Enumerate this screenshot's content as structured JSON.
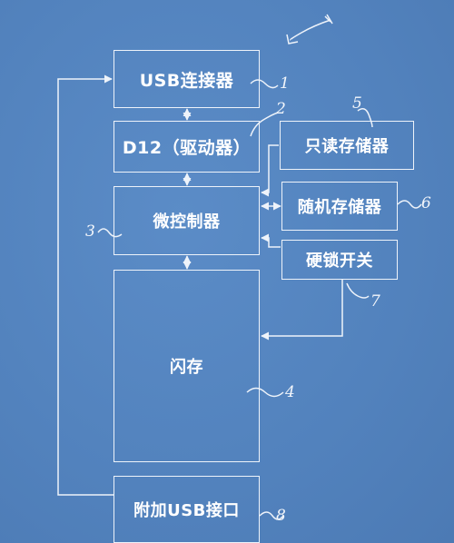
{
  "diagram": {
    "colors": {
      "background": "#5384bf",
      "line": "#eef3fa",
      "text": "#ffffff"
    },
    "blocks": {
      "usb_connector": {
        "label": "USB连接器",
        "ref": "1"
      },
      "d12_driver": {
        "label": "D12（驱动器）",
        "ref": "2"
      },
      "rom": {
        "label": "只读存储器",
        "ref": "5"
      },
      "microcontroller": {
        "label": "微控制器",
        "ref": "3"
      },
      "ram": {
        "label": "随机存储器",
        "ref": "6"
      },
      "hard_lock_switch": {
        "label": "硬锁开关",
        "ref": "7"
      },
      "flash_memory": {
        "label": "闪存",
        "ref": "4"
      },
      "extra_usb_port": {
        "label": "附加USB接口",
        "ref": "8"
      }
    }
  }
}
